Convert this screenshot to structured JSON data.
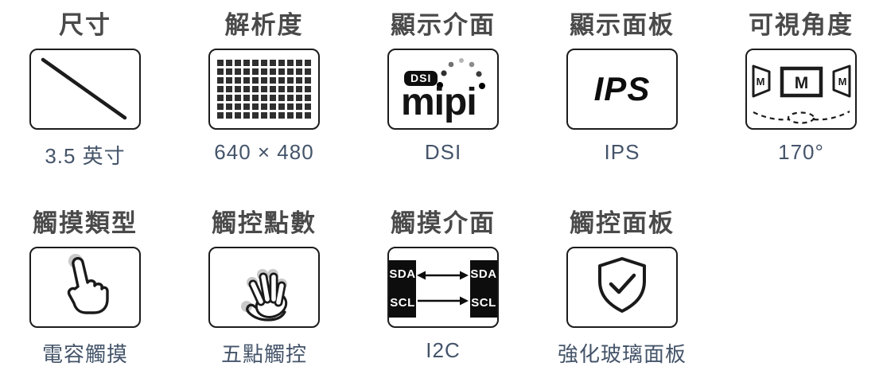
{
  "page": {
    "background": "#ffffff"
  },
  "colors": {
    "heading_text": "#4a4a4a",
    "value_text": "#44546A",
    "icon_line": "#1c1c1c",
    "pixel_square": "#2f2f2f",
    "touch_dot": "#c9c9c9",
    "badge_bg": "#0e0e0e",
    "badge_text": "#ffffff"
  },
  "specs": {
    "size": {
      "heading": "尺寸",
      "value": "3.5 英寸",
      "icon": "screen-diagonal-icon"
    },
    "resolution": {
      "heading": "解析度",
      "value": "640 × 480",
      "icon": "pixel-grid-icon",
      "grid": {
        "cols": 11,
        "rows": 7
      }
    },
    "display_interface": {
      "heading": "顯示介面",
      "value": "DSI",
      "icon": "mipi-dsi-logo-icon",
      "badge": "DSI",
      "logo": "mipi"
    },
    "display_panel": {
      "heading": "顯示面板",
      "value": "IPS",
      "icon": "ips-panel-icon",
      "panel_text": "IPS"
    },
    "viewing_angle": {
      "heading": "可視角度",
      "value": "170°",
      "icon": "viewing-angle-monitors-icon",
      "monitor_letter": "M"
    },
    "touch_type": {
      "heading": "觸摸類型",
      "value": "電容觸摸",
      "icon": "touch-finger-icon"
    },
    "touch_points": {
      "heading": "觸控點數",
      "value": "五點觸控",
      "icon": "five-finger-touch-icon"
    },
    "touch_interface": {
      "heading": "觸摸介面",
      "value": "I2C",
      "icon": "i2c-bus-icon",
      "bus": {
        "left": [
          "SDA",
          "SCL"
        ],
        "right": [
          "SDA",
          "SCL"
        ]
      }
    },
    "touch_panel": {
      "heading": "觸控面板",
      "value": "強化玻璃面板",
      "icon": "shield-check-icon"
    }
  }
}
